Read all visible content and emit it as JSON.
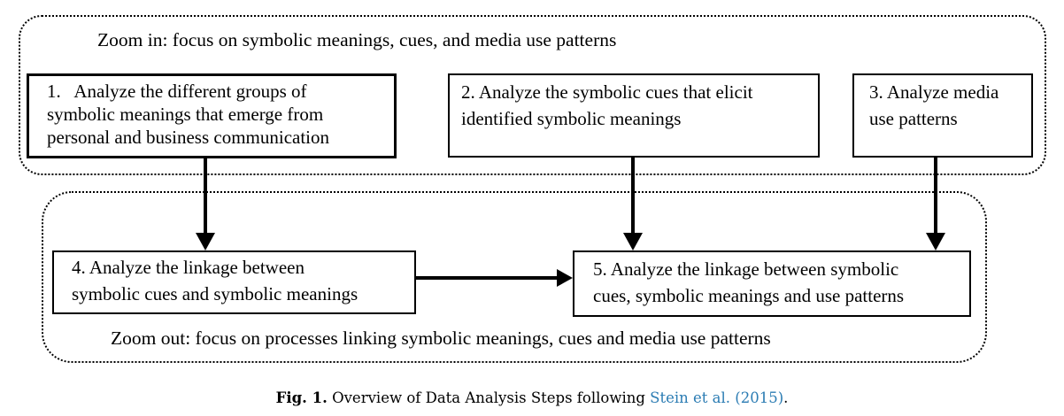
{
  "figure": {
    "groups": {
      "zoom_in_label": "Zoom in: focus on symbolic meanings, cues, and media use patterns",
      "zoom_out_label": "Zoom out: focus on processes linking symbolic meanings, cues and media use patterns"
    },
    "steps": [
      {
        "id": "step-1",
        "lines": [
          "1.   Analyze the different groups of",
          "symbolic meanings that emerge from",
          "personal and business communication"
        ]
      },
      {
        "id": "step-2",
        "lines": [
          "2. Analyze the symbolic cues that elicit",
          "identified symbolic meanings"
        ]
      },
      {
        "id": "step-3",
        "lines": [
          "3. Analyze media",
          "use patterns"
        ]
      },
      {
        "id": "step-4",
        "lines": [
          "4. Analyze the linkage between",
          "symbolic cues and symbolic meanings"
        ]
      },
      {
        "id": "step-5",
        "lines": [
          "5. Analyze the linkage between symbolic",
          "cues, symbolic meanings and use patterns"
        ]
      }
    ],
    "connectors": [
      "step-1 to step-4 (down)",
      "step-2 to step-5 (down)",
      "step-3 to step-5 (down)",
      "step-4 to step-5 (right)"
    ],
    "caption": {
      "fig_label": "Fig. 1.",
      "text": " Overview of Data Analysis Steps following ",
      "citation": "Stein et al. (2015)",
      "suffix": "."
    },
    "colors": {
      "ink": "#000000",
      "background": "#ffffff",
      "citation_link": "#2b7cb3"
    }
  }
}
